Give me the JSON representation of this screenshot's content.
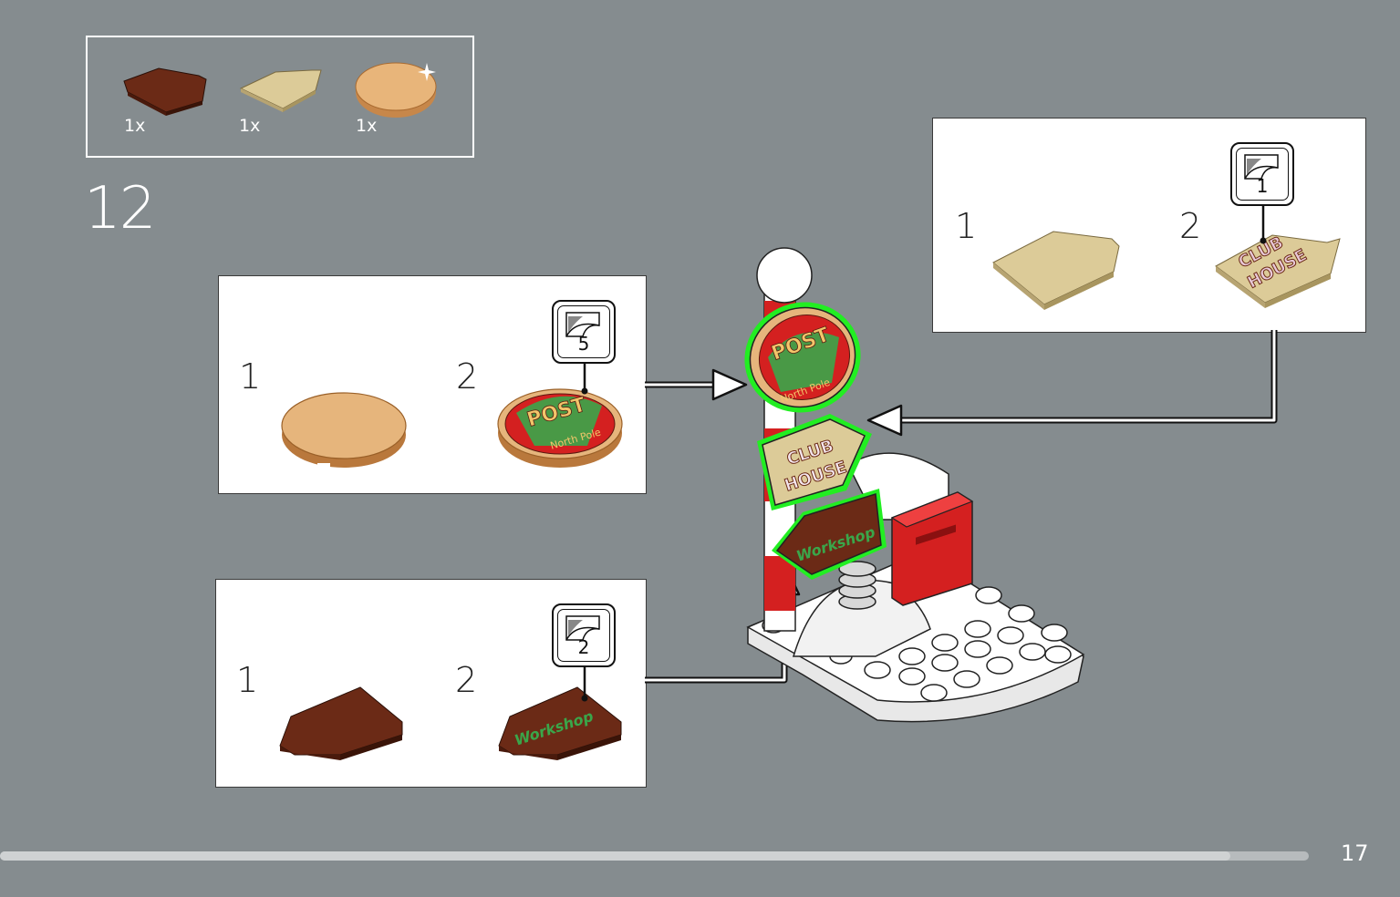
{
  "parts_list": {
    "items": [
      {
        "name": "reddish-brown-tile",
        "quantity": "1x",
        "color": "#6b2a16"
      },
      {
        "name": "tan-tile",
        "quantity": "1x",
        "color": "#dccb98"
      },
      {
        "name": "pearl-gold-round-tile",
        "quantity": "1x",
        "color": "#e0a864"
      }
    ]
  },
  "step": {
    "number": "12"
  },
  "callouts": {
    "post": {
      "sub1": "1",
      "sub2": "2",
      "sticker": "5",
      "sign_top": "POST",
      "sign_bottom": "North Pole"
    },
    "club": {
      "sub1": "1",
      "sub2": "2",
      "sticker": "1",
      "sign_line1": "CLUB",
      "sign_line2": "HOUSE"
    },
    "workshop": {
      "sub1": "1",
      "sub2": "2",
      "sticker": "2",
      "sign_text": "Workshop"
    }
  },
  "footer": {
    "page_number": "17",
    "progress": 0.94
  },
  "colors": {
    "background": "#858c8f",
    "highlight": "#22ee22",
    "red": "#d42020",
    "tan": "#dccb98",
    "reddish_brown": "#6b2a16",
    "pearl_gold": "#e0a864",
    "green_text": "#3aa64a"
  }
}
